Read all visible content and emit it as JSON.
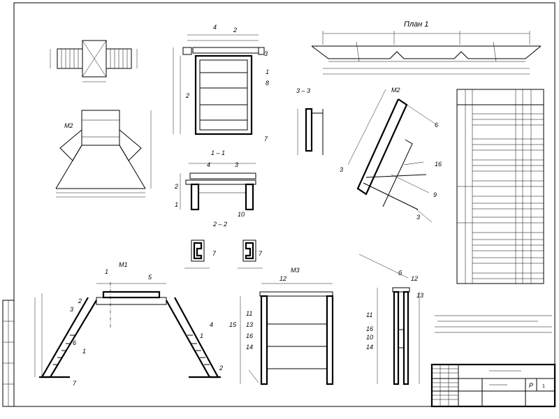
{
  "views": {
    "v4": "4",
    "v11": "1 – 1",
    "v22": "2 – 2",
    "v33": "3 – 3",
    "m1": "М1",
    "m2": "М2",
    "m3": "М3",
    "b": "б",
    "m2top": "М2",
    "plan": "План 1"
  },
  "callouts": [
    "1",
    "2",
    "3",
    "4",
    "5",
    "6",
    "7",
    "8",
    "9",
    "10",
    "11",
    "12",
    "13",
    "14",
    "15",
    "16"
  ],
  "title_block": {
    "sheet_label": "Р",
    "sheets": "1"
  },
  "colors": {
    "ink": "#000000",
    "paper": "#ffffff"
  }
}
